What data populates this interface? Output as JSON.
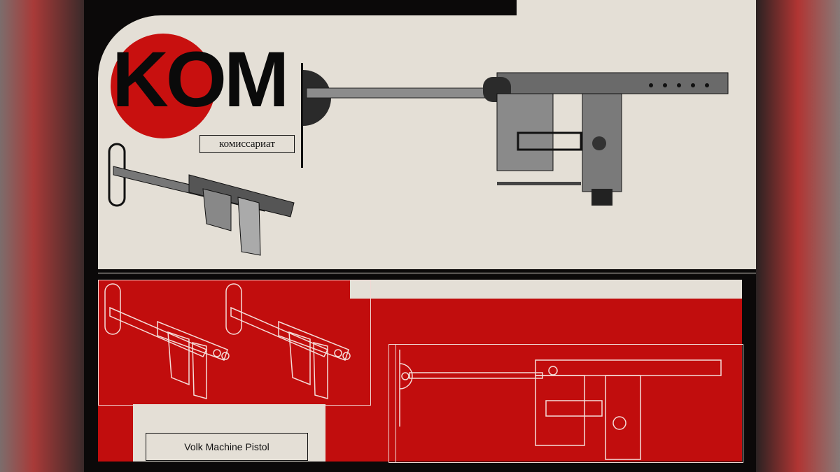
{
  "logo": {
    "text": "KOM",
    "subtitle": "комиссариат"
  },
  "weapon": {
    "name": "Volk Machine Pistol"
  },
  "colors": {
    "red": "#c10d0d",
    "cream": "#e4dfd6",
    "black": "#0b0909"
  }
}
